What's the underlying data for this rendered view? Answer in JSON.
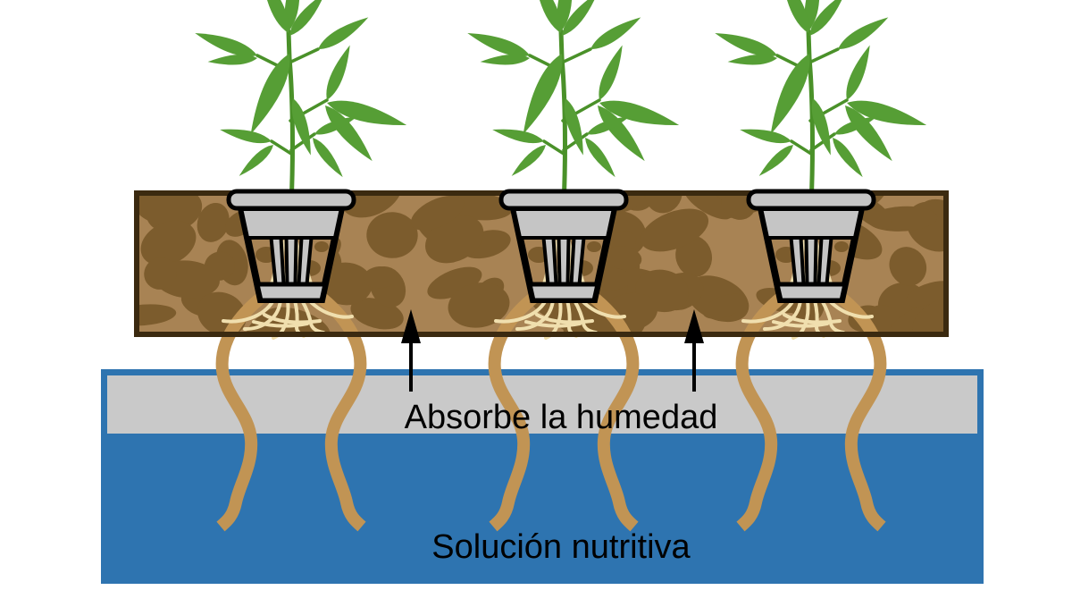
{
  "diagram": {
    "type": "hydroponics-raft-system",
    "labels": {
      "moisture": "Absorbe la humedad",
      "solution": "Solución nutritiva"
    },
    "plant_count": 3,
    "arrow_count": 2,
    "colors": {
      "water": "#2e74b0",
      "air_gap": "#c9c9c9",
      "substrate": "#a88354",
      "pebble": "#7c5c2d",
      "substrate_border": "#3b2a10",
      "pot": "#c5c5c5",
      "outline": "#000000",
      "root_thick": "#c19454",
      "root_fine": "#f0dfae",
      "leaf": "#569e35",
      "stem": "#4a9129",
      "text": "#000000"
    }
  }
}
